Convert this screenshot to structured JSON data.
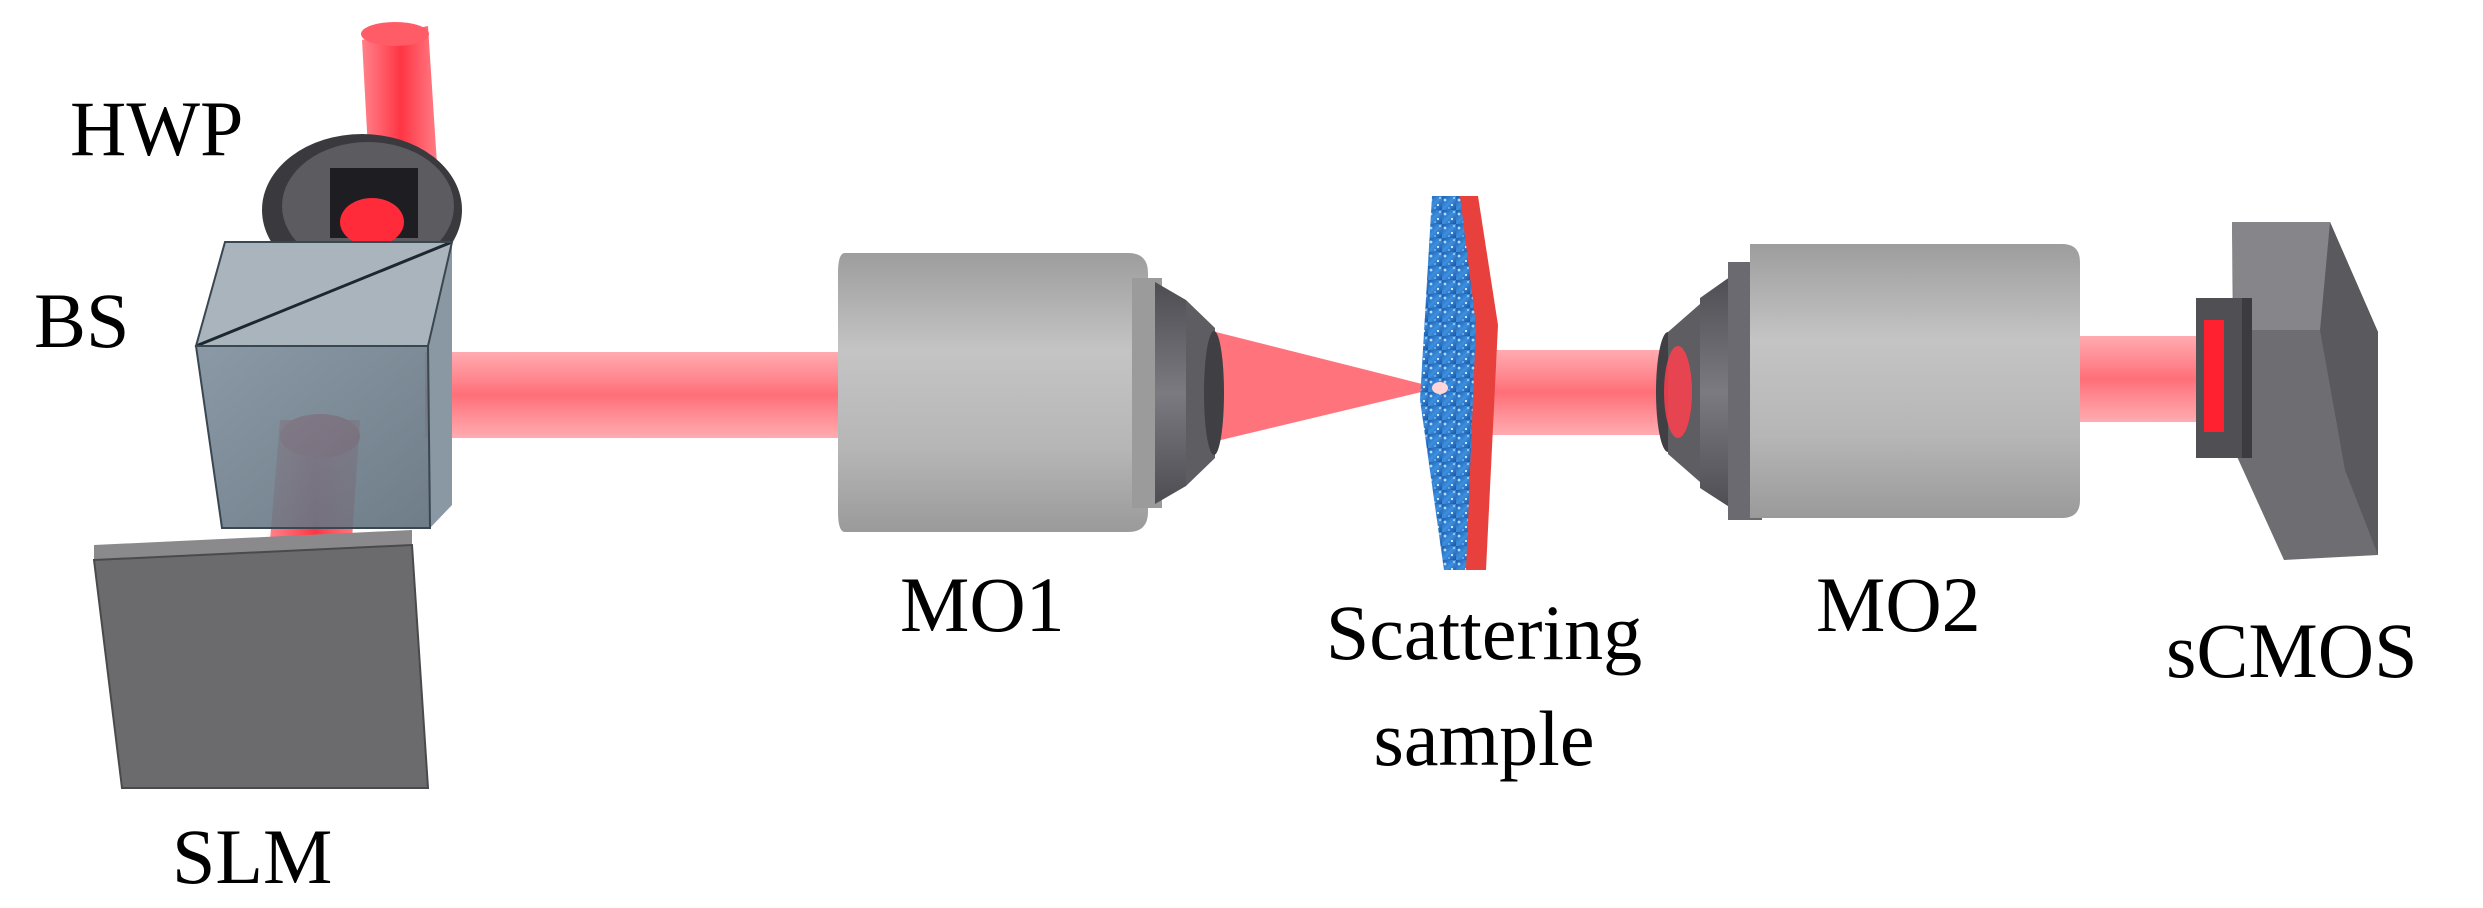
{
  "labels": {
    "hwp": "HWP",
    "bs": "BS",
    "slm": "SLM",
    "mo1": "MO1",
    "sample_line1": "Scattering",
    "sample_line2": "sample",
    "mo2": "MO2",
    "camera": "sCMOS"
  },
  "colors": {
    "beam": "#ff4d5a",
    "beam_core": "#ff2030",
    "objective_body": "#b9b9b9",
    "objective_nose": "#6a6a70",
    "cube": "#7e8f9c",
    "slm_panel": "#6b6b6d",
    "camera_body": "#6e6e72",
    "sample_front": "#2f7fd0",
    "sample_back": "#e8403c",
    "text": "#000000"
  }
}
